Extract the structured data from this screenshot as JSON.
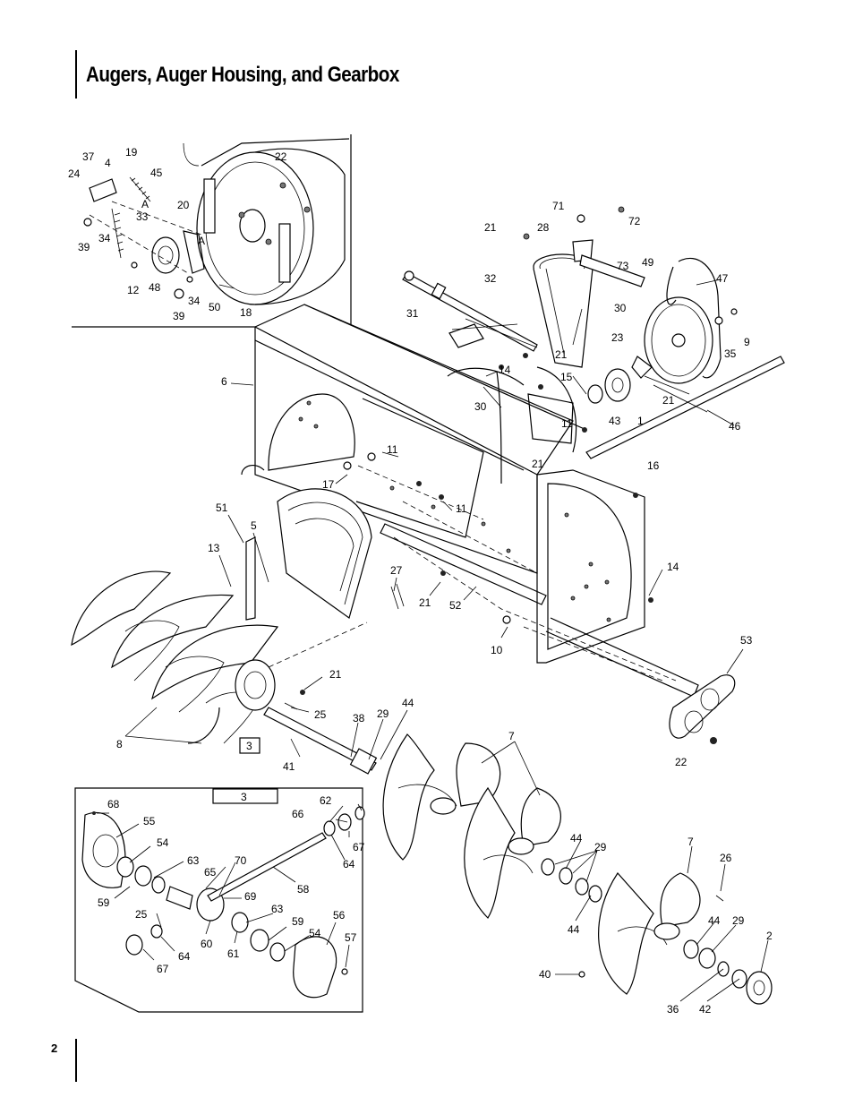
{
  "page": {
    "title": "Augers, Auger Housing, and Gearbox",
    "number": "2"
  },
  "callouts": [
    "37",
    "4",
    "19",
    "24",
    "45",
    "22",
    "20",
    "A",
    "33",
    "34",
    "39",
    "A",
    "48",
    "12",
    "34",
    "39",
    "50",
    "18",
    "71",
    "72",
    "21",
    "28",
    "73",
    "49",
    "47",
    "32",
    "30",
    "31",
    "23",
    "35",
    "9",
    "14",
    "21",
    "30",
    "15",
    "43",
    "1",
    "21",
    "46",
    "11",
    "21",
    "6",
    "11",
    "11",
    "16",
    "17",
    "51",
    "5",
    "13",
    "27",
    "21",
    "52",
    "14",
    "10",
    "53",
    "21",
    "25",
    "38",
    "29",
    "44",
    "8",
    "3",
    "41",
    "7",
    "22",
    "3",
    "62",
    "68",
    "66",
    "55",
    "67",
    "54",
    "64",
    "63",
    "70",
    "65",
    "58",
    "59",
    "69",
    "25",
    "63",
    "59",
    "56",
    "54",
    "57",
    "60",
    "61",
    "64",
    "67",
    "44",
    "29",
    "44",
    "7",
    "26",
    "44",
    "29",
    "2",
    "40",
    "36",
    "42"
  ]
}
